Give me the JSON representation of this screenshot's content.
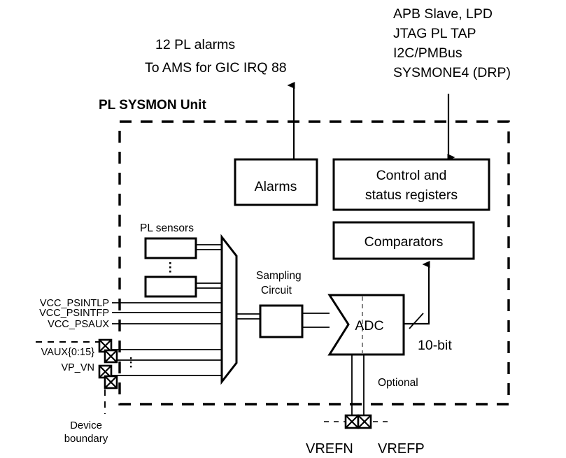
{
  "figure": {
    "unit_title": "PL SYSMON Unit",
    "top_left_annotation": [
      "12 PL alarms",
      "To AMS for GIC IRQ 88"
    ],
    "top_right_annotation": [
      "APB Slave, LPD",
      "JTAG PL TAP",
      "I2C/PMBus",
      "SYSMONE4 (DRP)"
    ],
    "blocks": {
      "alarms": "Alarms",
      "control_registers_line1": "Control and",
      "control_registers_line2": "status registers",
      "comparators": "Comparators",
      "adc": "ADC",
      "sampling_line1": "Sampling",
      "sampling_line2": "Circuit"
    },
    "labels": {
      "pl_sensors": "PL sensors",
      "bus_width": "10-bit",
      "optional": "Optional",
      "device_boundary_line1": "Device",
      "device_boundary_line2": "boundary"
    },
    "signals": [
      "VCC_PSINTLP",
      "VCC_PSINTFP",
      "VCC_PSAUX",
      "VAUX{0:15}",
      "VP_VN"
    ],
    "reference_pins": [
      "VREFN",
      "VREFP"
    ],
    "colors": {
      "stroke": "#000000",
      "background": "#ffffff"
    }
  }
}
